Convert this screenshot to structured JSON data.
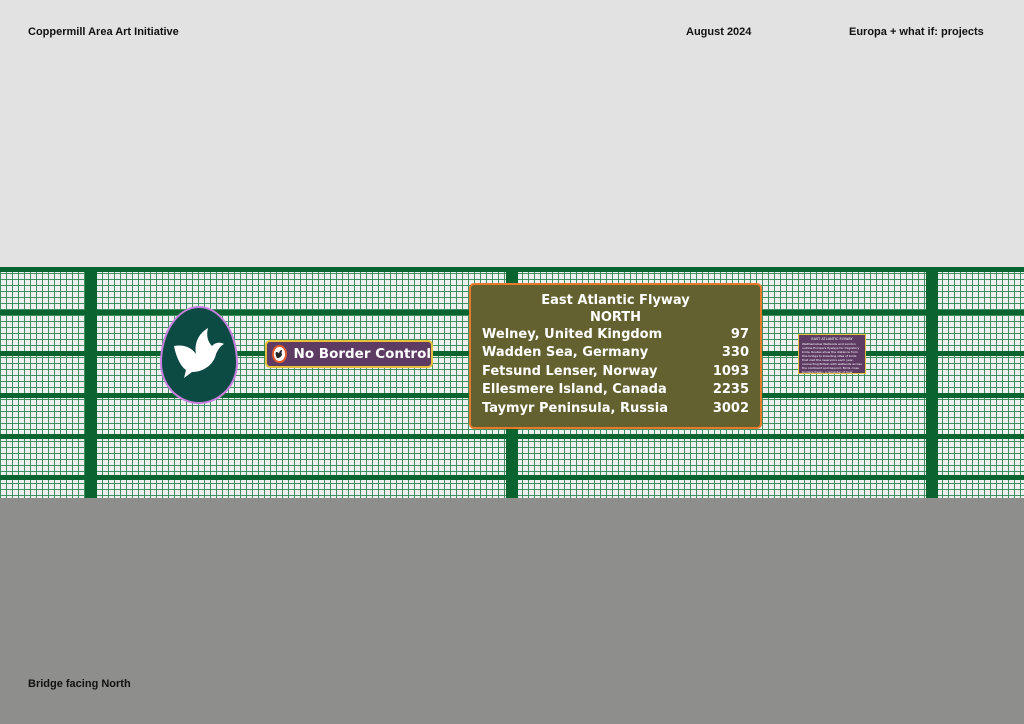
{
  "header": {
    "left": "Coppermill Area Art Initiative",
    "middle": "August 2024",
    "right": "Europa + what if: projects"
  },
  "footer": "Bridge facing North",
  "egg_sign": {
    "icon": "bird-icon"
  },
  "no_border_sign": {
    "label": "No Border Control",
    "icon": "bird-in-circle-icon"
  },
  "flyway_sign": {
    "title": "East Atlantic Flyway",
    "subtitle": "NORTH",
    "destinations": [
      {
        "place": "Welney, United Kingdom",
        "distance": "97"
      },
      {
        "place": "Wadden Sea, Germany",
        "distance": "330"
      },
      {
        "place": "Fetsund Lenser, Norway",
        "distance": "1093"
      },
      {
        "place": "Ellesmere Island, Canada",
        "distance": "2235"
      },
      {
        "place": "Taymyr Peninsula, Russia",
        "distance": "3002"
      }
    ]
  },
  "plaque": {
    "title": "EAST ATLANTIC FLYWAY",
    "body": "Walthamstow Wetlands and London outline Europe's flyways for migratory birds. Routes show the distance from this bridge to breeding sites of birds that visit the reservoirs each year, connecting Britain with wetlands across the continent and beyond. Birds cross borders freely, a reminder of how ecosystems are shared across Europe."
  },
  "colors": {
    "sky": "#e2e2e2",
    "ground": "#8e8e8d",
    "fence": "#0a6430",
    "egg": "#0c4a44",
    "purple": "#5d3b63",
    "olive": "#646130",
    "orange": "#e87a2c",
    "yellow": "#e6c03b"
  }
}
